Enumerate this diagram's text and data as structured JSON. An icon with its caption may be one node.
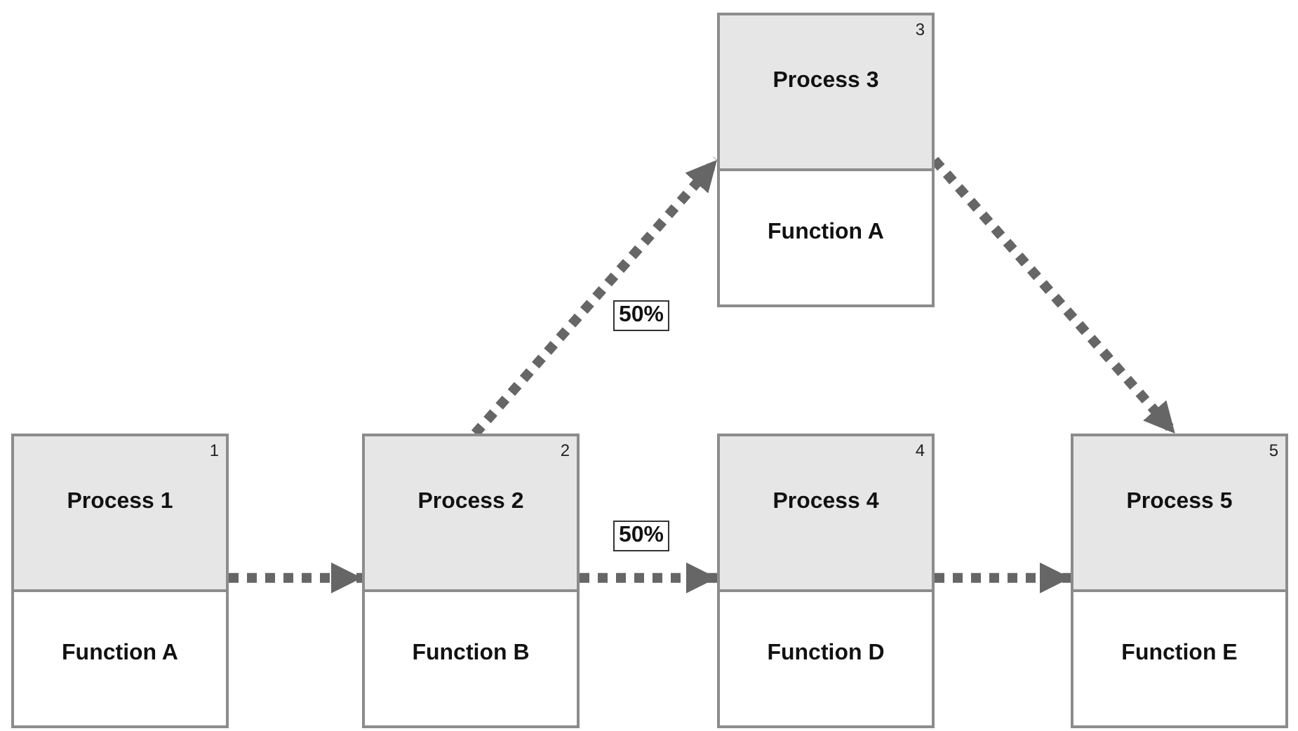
{
  "diagram": {
    "nodes": [
      {
        "text": [
          "1",
          "Process 1",
          "Function A"
        ]
      },
      {
        "text": [
          "2",
          "Process 2",
          "Function B"
        ]
      },
      {
        "text": [
          "3",
          "Process 3",
          "Function A"
        ]
      },
      {
        "text": [
          "4",
          "Process 4",
          "Function D"
        ]
      },
      {
        "text": [
          "5",
          "Process 5",
          "Function E"
        ]
      }
    ],
    "edges": [
      {
        "from": 0,
        "to": 1,
        "arrow": "to",
        "style": "dashed"
      },
      {
        "from": 1,
        "to": 2,
        "arrow": "to",
        "style": "dashed",
        "label": "50%"
      },
      {
        "from": 1,
        "to": 3,
        "arrow": "to",
        "style": "dashed",
        "label": "50%"
      },
      {
        "from": 2,
        "to": 4,
        "arrow": "to",
        "style": "dashed"
      },
      {
        "from": 3,
        "to": 4,
        "arrow": "to",
        "style": "dashed"
      }
    ]
  }
}
